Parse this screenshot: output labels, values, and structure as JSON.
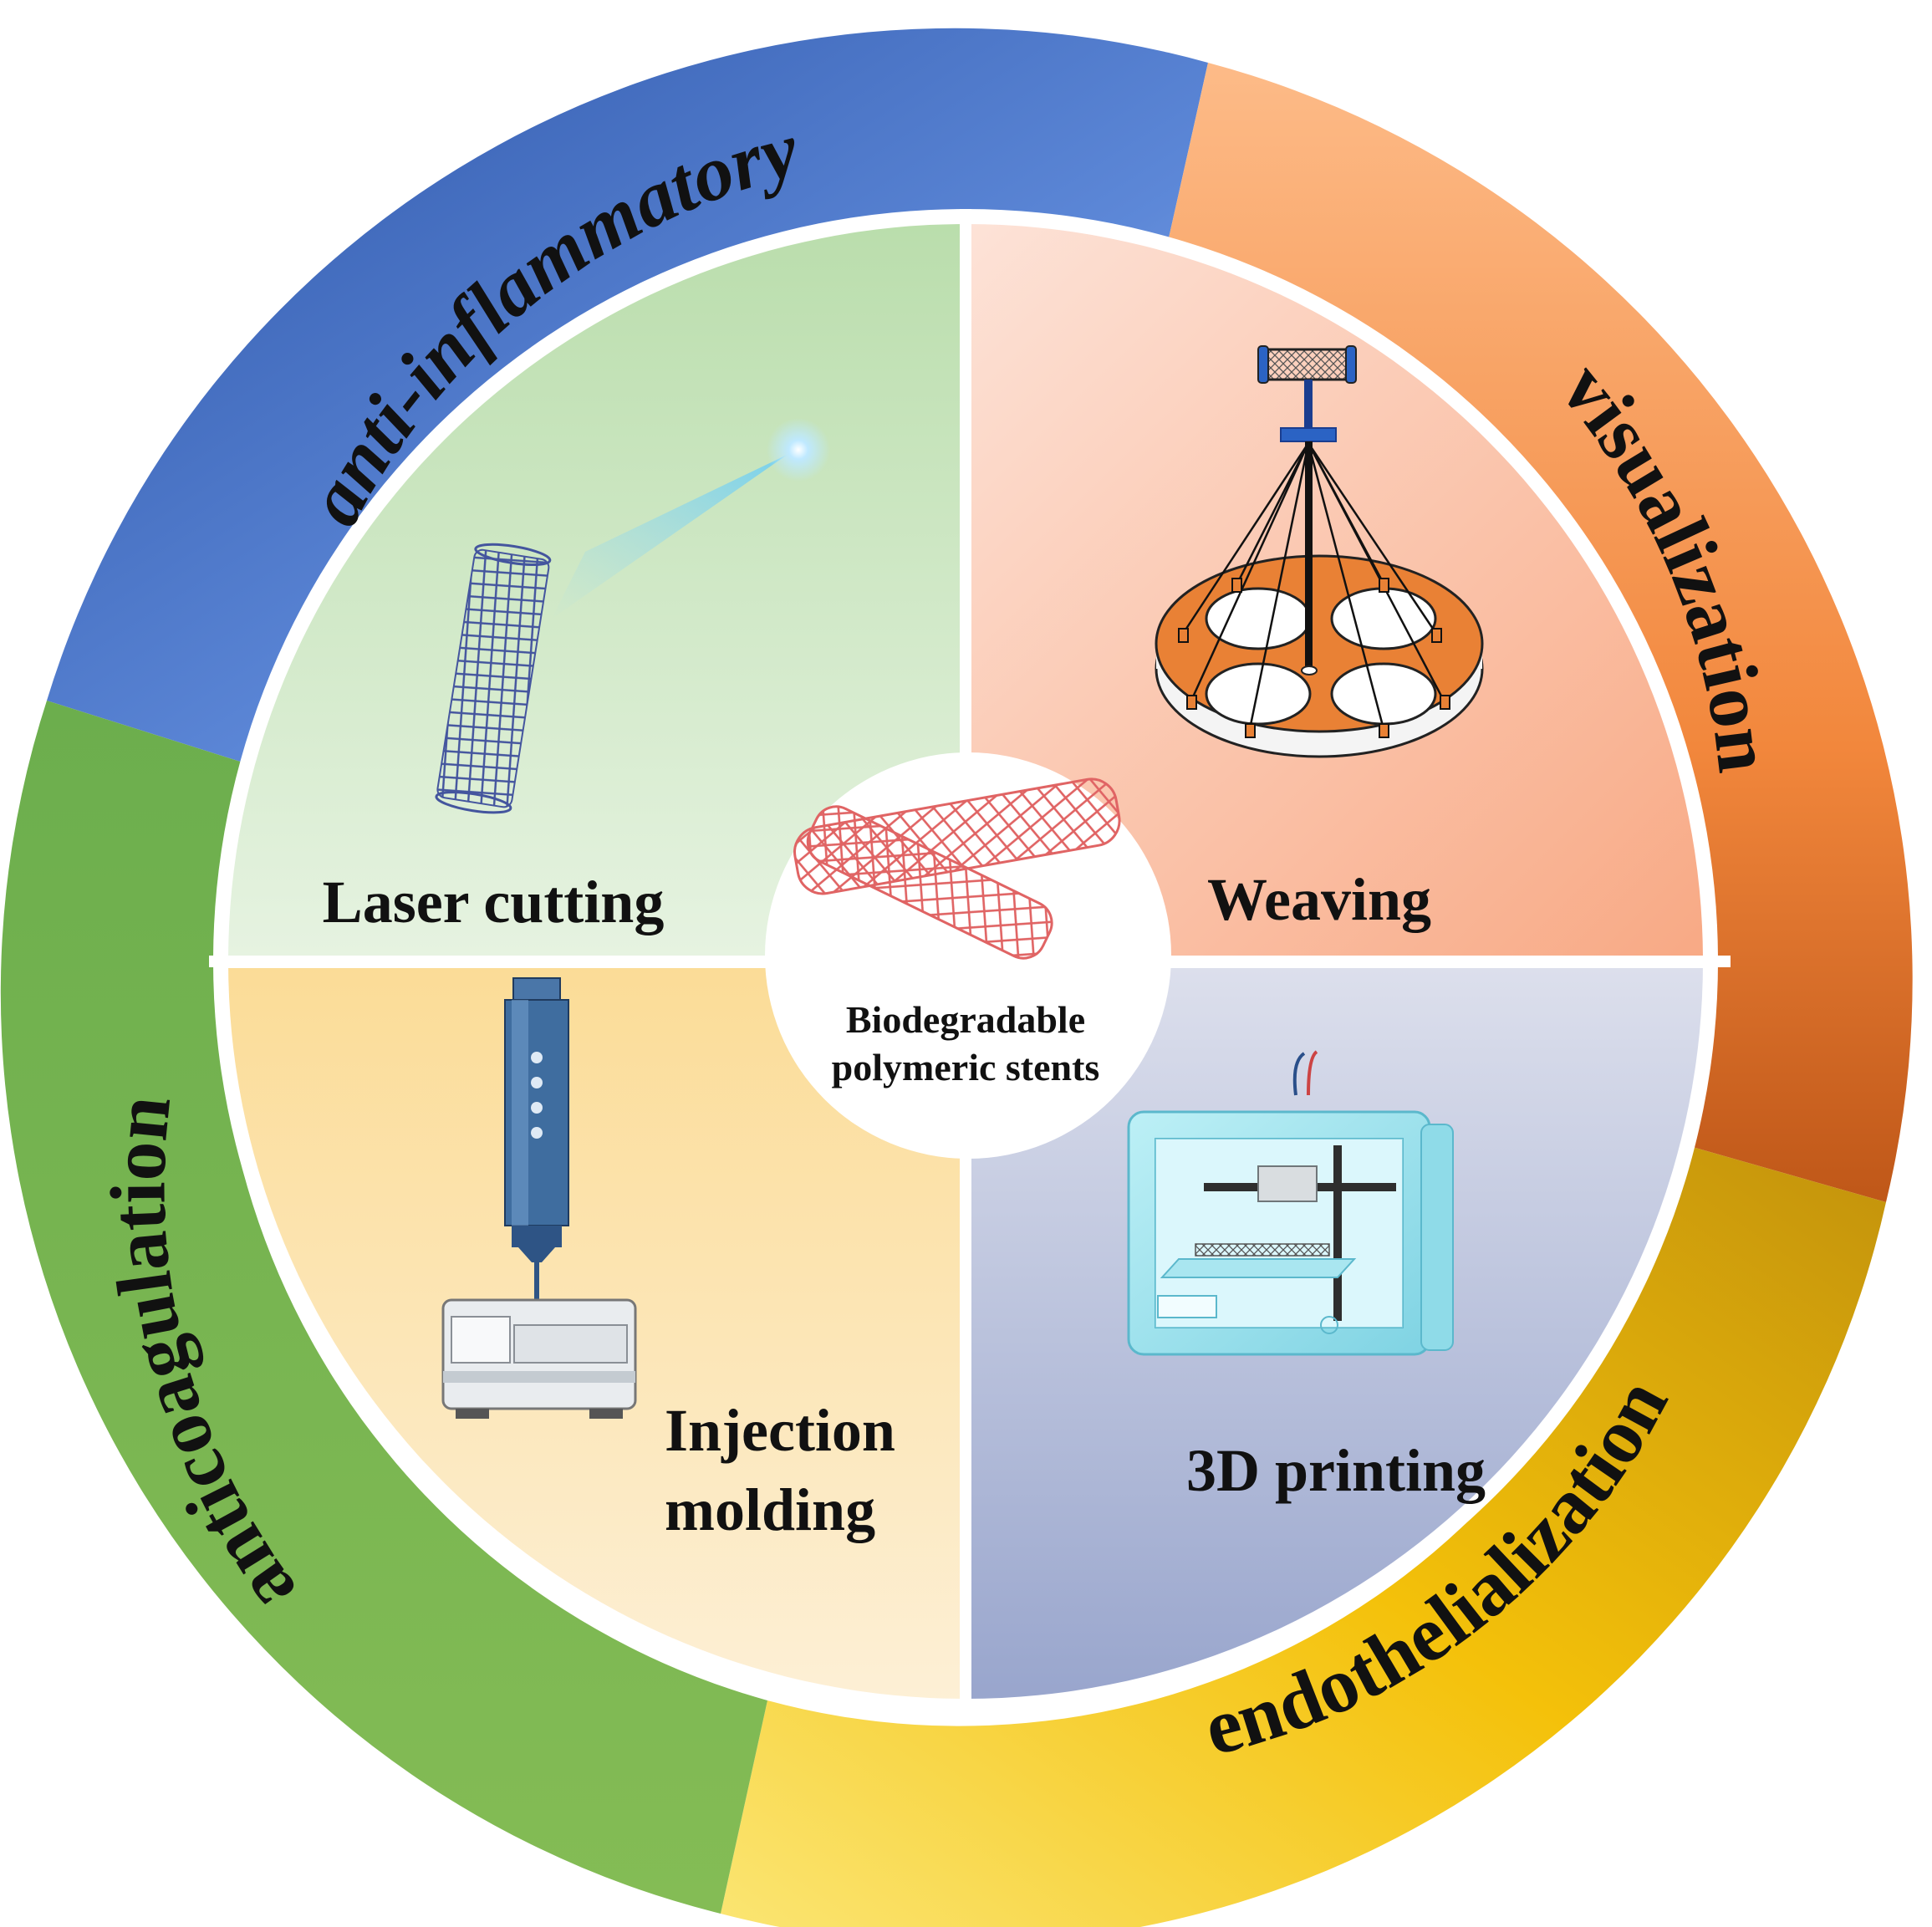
{
  "outer_ring": {
    "anti_inflammatory": "anti-inflammatory",
    "visualization": "visualization",
    "endothelialization": "endothelialization",
    "anticoagulation": "anticoagulation"
  },
  "quadrants": {
    "laser_cutting": "Laser cutting",
    "weaving": "Weaving",
    "injection_molding_line1": "Injection",
    "injection_molding_line2": "molding",
    "printing_3d": "3D printing"
  },
  "center": {
    "line1": "Biodegradable",
    "line2": "polymeric stents"
  },
  "colors": {
    "anti_inflammatory": "#4f7ad0",
    "visualization": "#f08a3e",
    "endothelialization": "#f2c40c",
    "anticoagulation": "#7ab54e",
    "laser_cutting_bg": "#cfe8c4",
    "weaving_bg": "#f9c2a8",
    "injection_bg": "#fbe2a8",
    "printing_bg": "#b3bcd9"
  }
}
